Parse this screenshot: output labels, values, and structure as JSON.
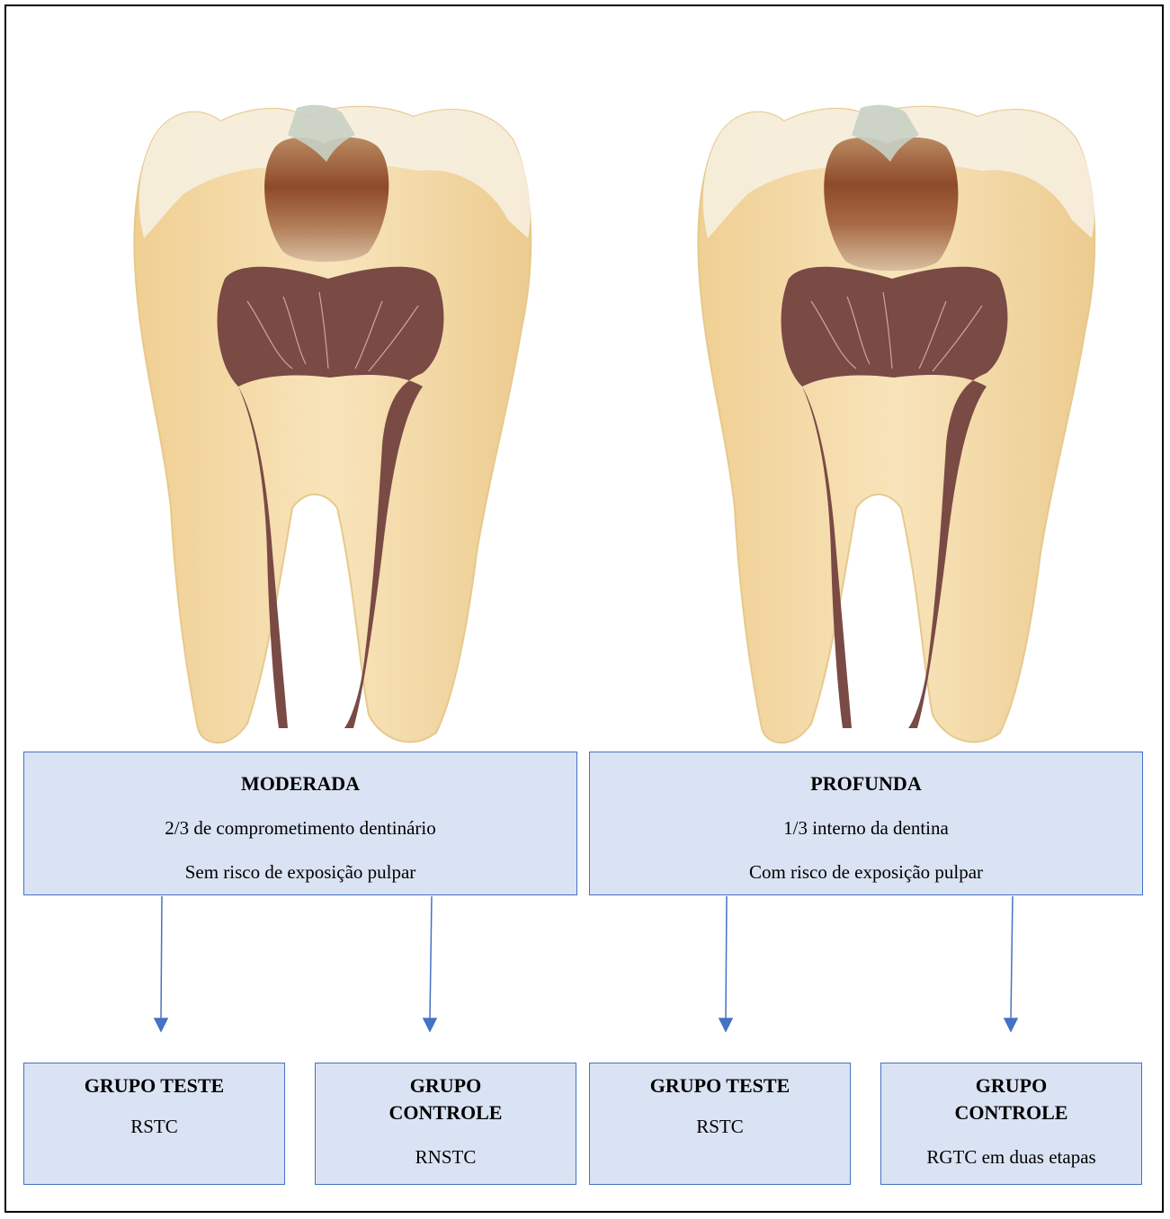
{
  "categories": [
    {
      "title": "MODERADA",
      "line1": "2/3 de comprometimento dentinário",
      "line2": "Sem risco de exposição pulpar"
    },
    {
      "title": "PROFUNDA",
      "line1": "1/3 interno da dentina",
      "line2": "Com risco de exposição pulpar"
    }
  ],
  "groups": [
    {
      "title": "GRUPO TESTE",
      "sub": "RSTC"
    },
    {
      "title": "GRUPO CONTROLE",
      "sub": "RNSTC"
    },
    {
      "title": "GRUPO TESTE",
      "sub": "RSTC"
    },
    {
      "title": "GRUPO CONTROLE",
      "sub": "RGTC em duas etapas"
    }
  ],
  "colors": {
    "box_fill": "#dae3f3",
    "box_border": "#4472c4",
    "arrow": "#4472c4",
    "enamel": "#f5ecd9",
    "dentin": "#f3d9a4",
    "pulp": "#7a4a45",
    "caries": "#9b5a3a"
  }
}
